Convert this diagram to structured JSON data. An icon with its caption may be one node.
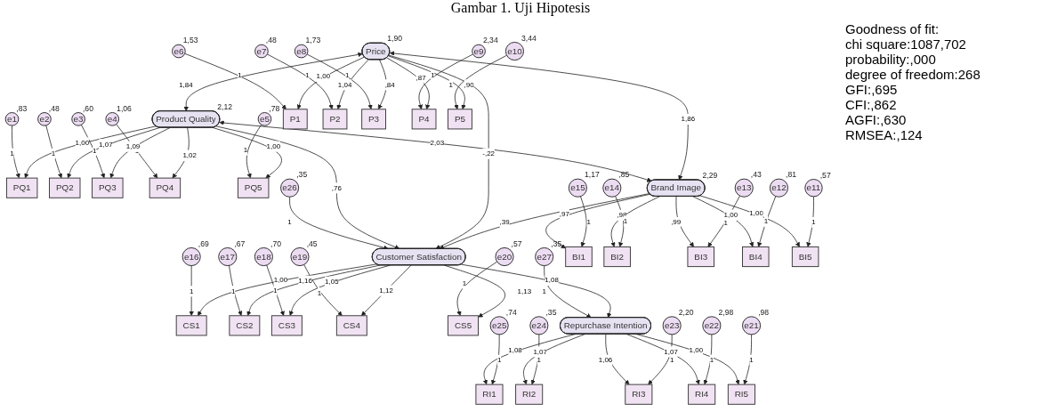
{
  "diagram": {
    "title": "Gambar 1. Uji Hipotesis",
    "nodes": [
      {
        "text": [
          "e1"
        ],
        "beside": [
          ",83"
        ]
      },
      {
        "text": [
          "e2"
        ],
        "beside": [
          ",48"
        ]
      },
      {
        "text": [
          "e3"
        ],
        "beside": [
          ",60"
        ]
      },
      {
        "text": [
          "e4"
        ],
        "beside": [
          "1,06"
        ]
      },
      {
        "text": [
          "e5"
        ],
        "beside": [
          ",78"
        ]
      },
      {
        "text": [
          "PQ1"
        ]
      },
      {
        "text": [
          "PQ2"
        ]
      },
      {
        "text": [
          "PQ3"
        ]
      },
      {
        "text": [
          "PQ4"
        ]
      },
      {
        "text": [
          "PQ5"
        ]
      },
      {
        "text": [
          "Product Quality"
        ],
        "beside": [
          "2,12"
        ]
      },
      {
        "text": [
          "e6"
        ],
        "beside": [
          "1,53"
        ]
      },
      {
        "text": [
          "e7"
        ],
        "beside": [
          ",48"
        ]
      },
      {
        "text": [
          "e8"
        ],
        "beside": [
          "1,73"
        ]
      },
      {
        "text": [
          "e9"
        ],
        "beside": [
          "2,34"
        ]
      },
      {
        "text": [
          "e10"
        ],
        "beside": [
          "3,44"
        ]
      },
      {
        "text": [
          "P1"
        ]
      },
      {
        "text": [
          "P2"
        ]
      },
      {
        "text": [
          "P3"
        ]
      },
      {
        "text": [
          "P4"
        ]
      },
      {
        "text": [
          "P5"
        ]
      },
      {
        "text": [
          "Price"
        ],
        "beside": [
          "1,90"
        ]
      },
      {
        "text": [
          "e16"
        ],
        "beside": [
          ",69"
        ]
      },
      {
        "text": [
          "e17"
        ],
        "beside": [
          ",67"
        ]
      },
      {
        "text": [
          "e18"
        ],
        "beside": [
          ",70"
        ]
      },
      {
        "text": [
          "e19"
        ],
        "beside": [
          ",45"
        ]
      },
      {
        "text": [
          "e20"
        ],
        "beside": [
          ",57"
        ]
      },
      {
        "text": [
          "CS1"
        ]
      },
      {
        "text": [
          "CS2"
        ]
      },
      {
        "text": [
          "CS3"
        ]
      },
      {
        "text": [
          "CS4"
        ]
      },
      {
        "text": [
          "CS5"
        ]
      },
      {
        "text": [
          "e27"
        ],
        "beside": [
          ",35"
        ]
      },
      {
        "text": [
          "Customer Satisfaction"
        ]
      },
      {
        "text": [
          "Repurchase Intention"
        ]
      },
      {
        "text": [
          "e26"
        ],
        "beside": [
          ",35"
        ]
      },
      {
        "text": [
          "RI1"
        ]
      },
      {
        "text": [
          "RI2"
        ]
      },
      {
        "text": [
          "RI3"
        ]
      },
      {
        "text": [
          "RI4"
        ]
      },
      {
        "text": [
          "RI5"
        ]
      },
      {
        "text": [
          "e25"
        ],
        "beside": [
          ",74"
        ]
      },
      {
        "text": [
          "e24"
        ],
        "beside": [
          ",35"
        ]
      },
      {
        "text": [
          "e23"
        ],
        "beside": [
          "2,20"
        ]
      },
      {
        "text": [
          "e22"
        ],
        "beside": [
          "2,98"
        ]
      },
      {
        "text": [
          "e21"
        ],
        "beside": [
          ",98"
        ]
      },
      {
        "text": [
          "Brand Image"
        ],
        "beside": [
          "2,29"
        ]
      },
      {
        "text": [
          "BI1"
        ]
      },
      {
        "text": [
          "BI2"
        ]
      },
      {
        "text": [
          "BI3"
        ]
      },
      {
        "text": [
          "BI4"
        ]
      },
      {
        "text": [
          "BI5"
        ]
      },
      {
        "text": [
          "e15"
        ],
        "beside": [
          "1,17"
        ]
      },
      {
        "text": [
          "e14"
        ],
        "beside": [
          ",85"
        ]
      },
      {
        "text": [
          "e13"
        ],
        "beside": [
          ",43"
        ]
      },
      {
        "text": [
          "e12"
        ],
        "beside": [
          ",81"
        ]
      },
      {
        "text": [
          "e11"
        ],
        "beside": [
          ",57"
        ]
      }
    ],
    "edges": [
      {
        "from": 0,
        "to": 5,
        "arrow": "to",
        "label": "1"
      },
      {
        "from": 1,
        "to": 6,
        "arrow": "to",
        "label": "1"
      },
      {
        "from": 2,
        "to": 7,
        "arrow": "to",
        "label": "1"
      },
      {
        "from": 3,
        "to": 8,
        "arrow": "to",
        "label": "1"
      },
      {
        "from": 4,
        "to": 9,
        "arrow": "to",
        "label": "1"
      },
      {
        "from": 10,
        "to": 5,
        "arrow": "to",
        "label": "1,00"
      },
      {
        "from": 10,
        "to": 6,
        "arrow": "to",
        "label": "1,07"
      },
      {
        "from": 10,
        "to": 7,
        "arrow": "to",
        "label": "1,09"
      },
      {
        "from": 10,
        "to": 8,
        "arrow": "to",
        "label": "1,02"
      },
      {
        "from": 10,
        "to": 9,
        "arrow": "to",
        "label": "1,00"
      },
      {
        "from": 11,
        "to": 16,
        "arrow": "to",
        "label": "1"
      },
      {
        "from": 12,
        "to": 17,
        "arrow": "to",
        "label": "1"
      },
      {
        "from": 13,
        "to": 18,
        "arrow": "to",
        "label": "1"
      },
      {
        "from": 14,
        "to": 19,
        "arrow": "to",
        "label": "1"
      },
      {
        "from": 15,
        "to": 20,
        "arrow": "to",
        "label": "1"
      },
      {
        "from": 21,
        "to": 16,
        "arrow": "to",
        "label": "1,00"
      },
      {
        "from": 21,
        "to": 17,
        "arrow": "to",
        "label": "1,04"
      },
      {
        "from": 21,
        "to": 18,
        "arrow": "to",
        "label": ",84"
      },
      {
        "from": 21,
        "to": 19,
        "arrow": "to",
        "label": ",87"
      },
      {
        "from": 21,
        "to": 20,
        "arrow": "to",
        "label": ",90"
      },
      {
        "from": 22,
        "to": 27,
        "arrow": "to",
        "label": "1"
      },
      {
        "from": 23,
        "to": 28,
        "arrow": "to",
        "label": "1"
      },
      {
        "from": 24,
        "to": 29,
        "arrow": "to",
        "label": "1"
      },
      {
        "from": 25,
        "to": 30,
        "arrow": "to",
        "label": "1"
      },
      {
        "from": 26,
        "to": 31,
        "arrow": "to",
        "label": "1"
      },
      {
        "from": 33,
        "to": 27,
        "arrow": "to",
        "label": "1,00"
      },
      {
        "from": 33,
        "to": 28,
        "arrow": "to",
        "label": "1,16"
      },
      {
        "from": 33,
        "to": 29,
        "arrow": "to",
        "label": "1,05"
      },
      {
        "from": 33,
        "to": 30,
        "arrow": "to",
        "label": "1,12"
      },
      {
        "from": 33,
        "to": 31,
        "arrow": "to",
        "label": "1,13"
      },
      {
        "from": 32,
        "to": 34,
        "arrow": "to",
        "label": "1"
      },
      {
        "from": 35,
        "to": 33,
        "arrow": "to",
        "label": "1"
      },
      {
        "from": 34,
        "to": 36,
        "arrow": "to",
        "label": "1,08"
      },
      {
        "from": 34,
        "to": 37,
        "arrow": "to",
        "label": "1,07"
      },
      {
        "from": 34,
        "to": 38,
        "arrow": "to",
        "label": "1,06"
      },
      {
        "from": 34,
        "to": 39,
        "arrow": "to",
        "label": "1,07"
      },
      {
        "from": 34,
        "to": 40,
        "arrow": "to",
        "label": "1,00"
      },
      {
        "from": 41,
        "to": 36,
        "arrow": "to",
        "label": "1"
      },
      {
        "from": 42,
        "to": 37,
        "arrow": "to",
        "label": "1"
      },
      {
        "from": 43,
        "to": 38,
        "arrow": "to",
        "label": "1"
      },
      {
        "from": 44,
        "to": 39,
        "arrow": "to",
        "label": "1"
      },
      {
        "from": 45,
        "to": 40,
        "arrow": "to",
        "label": "1"
      },
      {
        "from": 46,
        "to": 47,
        "arrow": "to",
        "label": ",97"
      },
      {
        "from": 46,
        "to": 48,
        "arrow": "to",
        "label": ",98"
      },
      {
        "from": 46,
        "to": 49,
        "arrow": "to",
        "label": ",99"
      },
      {
        "from": 46,
        "to": 50,
        "arrow": "to",
        "label": "1,00"
      },
      {
        "from": 46,
        "to": 51,
        "arrow": "to",
        "label": "1,00"
      },
      {
        "from": 52,
        "to": 47,
        "arrow": "to",
        "label": "1"
      },
      {
        "from": 53,
        "to": 48,
        "arrow": "to",
        "label": "1"
      },
      {
        "from": 54,
        "to": 49,
        "arrow": "to",
        "label": "1"
      },
      {
        "from": 55,
        "to": 50,
        "arrow": "to",
        "label": "1"
      },
      {
        "from": 56,
        "to": 51,
        "arrow": "to",
        "label": "1"
      },
      {
        "from": 10,
        "to": 33,
        "arrow": "to",
        "label": ",76"
      },
      {
        "from": 21,
        "to": 33,
        "arrow": "to",
        "label": "-,22"
      },
      {
        "from": 46,
        "to": 33,
        "arrow": "to",
        "label": ",39"
      },
      {
        "from": 33,
        "to": 34,
        "arrow": "to",
        "label": "1,08"
      },
      {
        "from": 21,
        "to": 10,
        "arrow": "both",
        "label": "1,84"
      },
      {
        "from": 10,
        "to": 46,
        "arrow": "both",
        "label": "2,03"
      },
      {
        "from": 21,
        "to": 46,
        "arrow": "both",
        "label": "1,86"
      }
    ],
    "labels": [
      "Goodness of fit:",
      "chi square:1087,702",
      "probability:,000",
      "degree of freedom:268",
      "GFI:,695",
      "CFI:,862",
      "AGFI:,630",
      "RMSEA:,124"
    ]
  }
}
